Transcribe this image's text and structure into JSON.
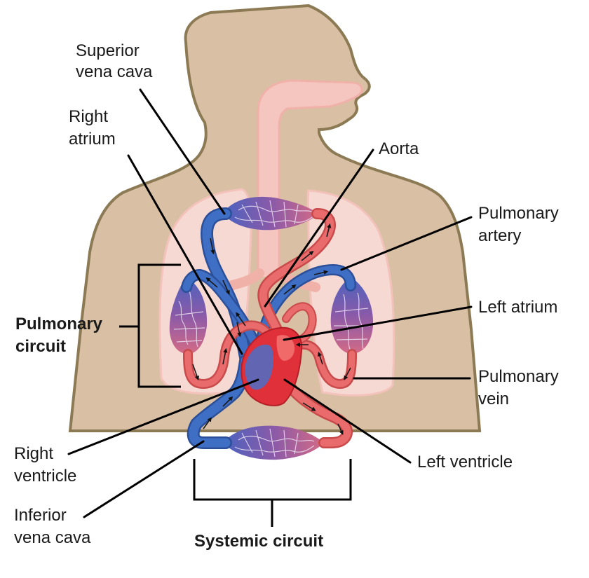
{
  "labels": {
    "superior_vena_cava": [
      "Superior",
      "vena cava"
    ],
    "right_atrium": [
      "Right",
      "atrium"
    ],
    "aorta": "Aorta",
    "pulmonary_artery": [
      "Pulmonary",
      "artery"
    ],
    "left_atrium": "Left atrium",
    "pulmonary_vein": [
      "Pulmonary",
      "vein"
    ],
    "left_ventricle": "Left ventricle",
    "right_ventricle": [
      "Right",
      "ventricle"
    ],
    "inferior_vena_cava": [
      "Inferior",
      "vena cava"
    ],
    "pulmonary_circuit": [
      "Pulmonary",
      "circuit"
    ],
    "systemic_circuit": "Systemic circuit"
  },
  "colors": {
    "skin": "#d9bfa4",
    "skin_outline": "#8c7a55",
    "lung": "#f7d9d4",
    "airway": "#f4c6bf",
    "oxygenated": "#e96b6b",
    "deoxygenated": "#3e6fc4",
    "heart": "#e0303a",
    "capillary_mix": "#7a5fb0"
  }
}
